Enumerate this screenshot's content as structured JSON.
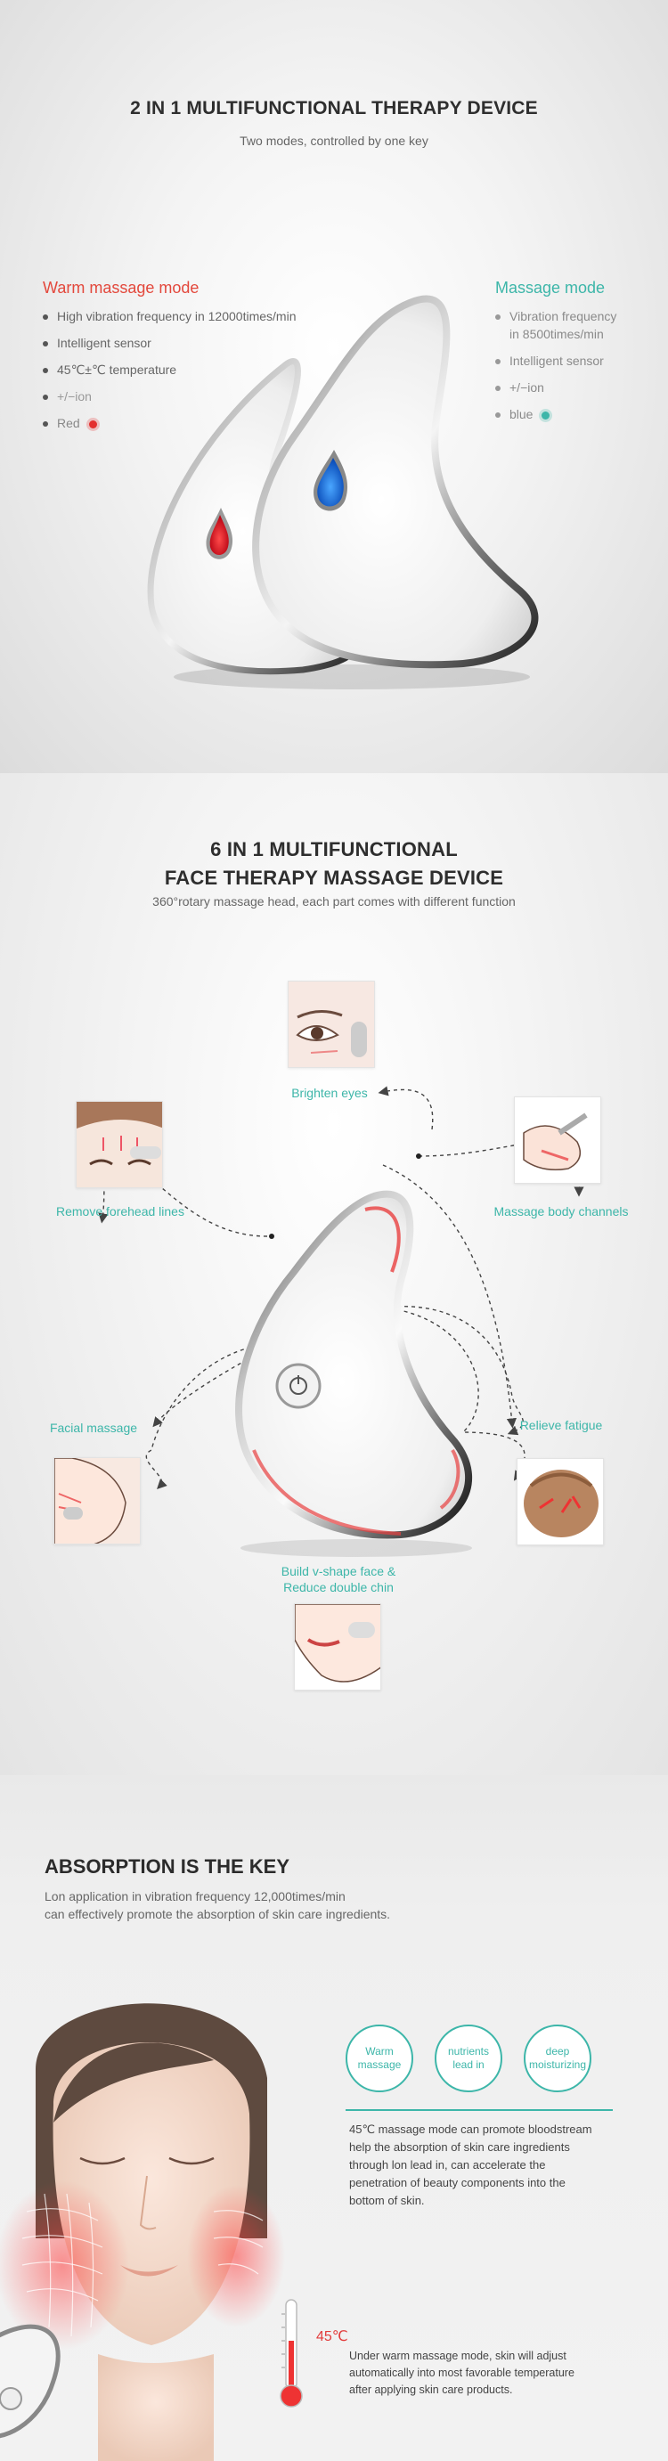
{
  "section1": {
    "title": "2 IN 1 MULTIFUNCTIONAL THERAPY DEVICE",
    "subtitle": "Two modes, controlled by one key",
    "warm_mode": {
      "title": "Warm massage mode",
      "color": "#e3483c",
      "items": [
        "High vibration frequency in 12000times/min",
        "Intelligent sensor",
        "45℃±℃ temperature",
        "+/−ion",
        "Red"
      ]
    },
    "massage_mode": {
      "title": "Massage mode",
      "color": "#3db6a9",
      "items": [
        "Vibration frequency",
        "in 8500times/min",
        "Intelligent sensor",
        "+/−ion",
        "blue"
      ]
    }
  },
  "section2": {
    "title_line1": "6 IN 1 MULTIFUNCTIONAL",
    "title_line2": "FACE THERAPY MASSAGE DEVICE",
    "subtitle": "360°rotary massage head, each part comes with different function",
    "features": {
      "brighten_eyes": "Brighten eyes",
      "remove_forehead_lines": "Remove forehead lines",
      "massage_body_channels": "Massage body channels",
      "facial_massage": "Facial massage",
      "relieve_fatigue": "Relieve fatigue",
      "vshape_line1": "Build v-shape face &",
      "vshape_line2": "Reduce double chin"
    },
    "accent_color": "#3db6a9"
  },
  "section3": {
    "title": "ABSORPTION IS THE KEY",
    "line1": "Lon application in vibration frequency 12,000times/min",
    "line2": "can effectively promote the absorption of skin care ingredients.",
    "badges": [
      {
        "line1": "Warm",
        "line2": "massage"
      },
      {
        "line1": "nutrients",
        "line2": "lead in"
      },
      {
        "line1": "deep",
        "line2": "moisturizing"
      }
    ],
    "para1": [
      "45℃ massage mode can promote bloodstream",
      "help the absorption of skin care ingredients",
      "through lon lead in, can accelerate the",
      "penetration of beauty components into the",
      "bottom of skin."
    ],
    "temperature": "45℃",
    "para2": [
      "Under warm massage mode, skin will adjust",
      "automatically into most favorable temperature",
      "after applying skin care products."
    ]
  }
}
